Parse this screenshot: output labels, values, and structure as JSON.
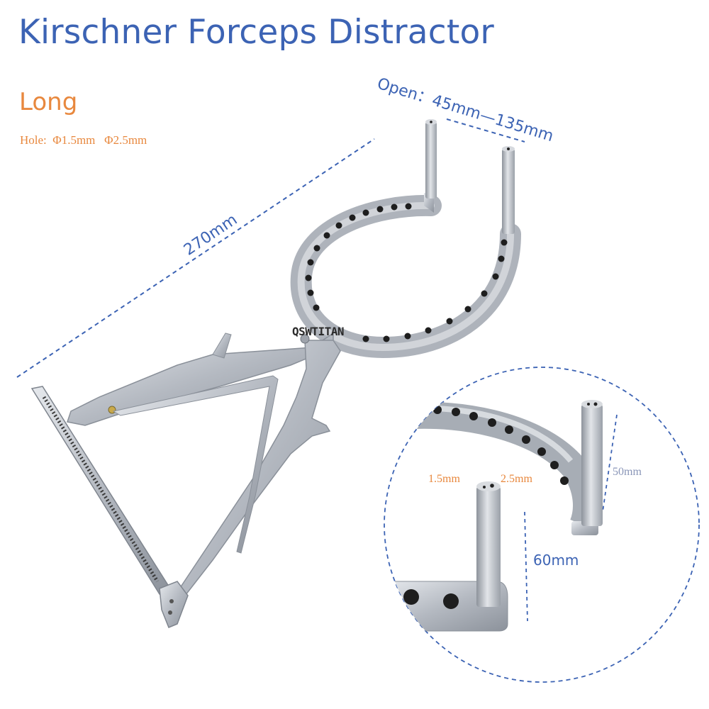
{
  "product": {
    "title": "Kirschner Forceps Distractor",
    "variant": "Long",
    "holes": "Hole:  Φ1.5mm   Φ2.5mm",
    "brand": "QSWTITAN"
  },
  "dimensions": {
    "open": "Open：45mm—135mm",
    "length": "270mm",
    "hole_small": "1.5mm",
    "hole_large": "2.5mm",
    "pin_height_detail": "50mm",
    "pin_height": "60mm"
  },
  "colors": {
    "title_blue": "#3c63b4",
    "accent_orange": "#e8883e",
    "steel": "#b9bec6"
  }
}
